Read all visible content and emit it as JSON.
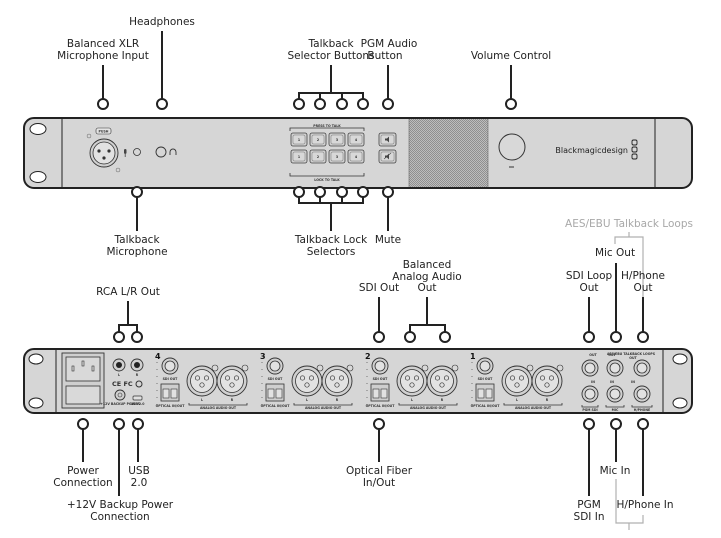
{
  "diagram": {
    "title": "Talkback Converter 4K - Front and Rear Panel Connections",
    "brand": "Blackmagicdesign",
    "front_panel": {
      "xlr_tab_label": "PUSH",
      "talkback_strip_top": "PRESS TO TALK",
      "talkback_strip_bottom": "LOCK TO TALK",
      "selector_numbers": [
        "1",
        "2",
        "3",
        "4"
      ],
      "callouts_top": [
        {
          "id": "xlr-mic-input",
          "label_lines": [
            "Balanced XLR",
            "Microphone Input"
          ]
        },
        {
          "id": "headphones",
          "label_lines": [
            "Headphones"
          ]
        },
        {
          "id": "talkback-selector-buttons",
          "label_lines": [
            "Talkback",
            "Selector Buttons"
          ]
        },
        {
          "id": "pgm-audio-button",
          "label_lines": [
            "PGM Audio",
            "Button"
          ]
        },
        {
          "id": "volume-control",
          "label_lines": [
            "Volume Control"
          ]
        }
      ],
      "callouts_bottom": [
        {
          "id": "talkback-microphone",
          "label_lines": [
            "Talkback",
            "Microphone"
          ]
        },
        {
          "id": "talkback-lock-selectors",
          "label_lines": [
            "Talkback Lock",
            "Selectors"
          ]
        },
        {
          "id": "mute",
          "label_lines": [
            "Mute"
          ]
        }
      ]
    },
    "rear_panel": {
      "channel_numbers": [
        "4",
        "3",
        "2",
        "1"
      ],
      "channel_labels": {
        "sdi_out": "SDI OUT",
        "optical": "OPTICAL IN/OUT",
        "analog_audio_out": "ANALOG AUDIO OUT",
        "left": "L",
        "right": "R"
      },
      "certifications": "CE FC",
      "backup_power_label": "+12V BACKUP POWER",
      "usb_label": "USB 2.0",
      "loop_group_label": "AES/EBU TALKBACK LOOPS",
      "loop_labels": {
        "out": "OUT",
        "in": "IN",
        "pgm_sdi": "PGM SDI",
        "mic": "MIC",
        "hphone": "H/PHONE"
      },
      "group_heading": "AES/EBU Talkback Loops",
      "callouts_top": [
        {
          "id": "rca-lr-out",
          "label_lines": [
            "RCA L/R Out"
          ]
        },
        {
          "id": "sdi-out",
          "label_lines": [
            "SDI Out"
          ]
        },
        {
          "id": "balanced-analog-audio-out",
          "label_lines": [
            "Balanced",
            "Analog Audio",
            "Out"
          ]
        },
        {
          "id": "sdi-loop-out",
          "label_lines": [
            "SDI Loop",
            "Out"
          ]
        },
        {
          "id": "mic-out",
          "label_lines": [
            "Mic Out"
          ]
        },
        {
          "id": "hphone-out",
          "label_lines": [
            "H/Phone",
            "Out"
          ]
        }
      ],
      "callouts_bottom": [
        {
          "id": "power-connection",
          "label_lines": [
            "Power",
            "Connection"
          ]
        },
        {
          "id": "backup-power",
          "label_lines": [
            "+12V Backup Power",
            "Connection"
          ]
        },
        {
          "id": "usb",
          "label_lines": [
            "USB",
            "2.0"
          ]
        },
        {
          "id": "optical-fiber",
          "label_lines": [
            "Optical Fiber",
            "In/Out"
          ]
        },
        {
          "id": "pgm-sdi-in",
          "label_lines": [
            "PGM",
            "SDI In"
          ]
        },
        {
          "id": "mic-in",
          "label_lines": [
            "Mic In"
          ]
        },
        {
          "id": "hphone-in",
          "label_lines": [
            "H/Phone In"
          ]
        }
      ]
    },
    "colors": {
      "panel": "#d6d6d6",
      "outline": "#222222",
      "annotation_grey": "#a8a8a8"
    }
  }
}
